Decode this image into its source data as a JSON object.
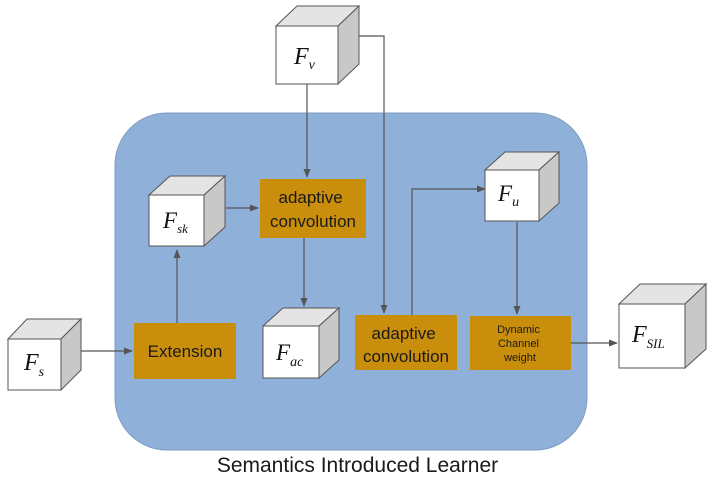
{
  "caption": "Semantics Introduced Learner",
  "colors": {
    "panel_fill": "#8fb0d9",
    "panel_stroke": "#7f9cc2",
    "op_box_fill": "#c98e0c",
    "cube_front": "#ffffff",
    "cube_side": "#c8c8c8",
    "cube_top": "#e4e4e4",
    "arrow": "#555555"
  },
  "cubes": {
    "fv": {
      "base": "F",
      "sub": "v"
    },
    "fsk": {
      "base": "F",
      "sub": "sk"
    },
    "fu": {
      "base": "F",
      "sub": "u"
    },
    "fac": {
      "base": "F",
      "sub": "ac"
    },
    "fs": {
      "base": "F",
      "sub": "s"
    },
    "fsil": {
      "base": "F",
      "sub": "SIL"
    }
  },
  "ops": {
    "adaptive_conv_1": [
      "adaptive",
      "convolution"
    ],
    "adaptive_conv_2": [
      "adaptive",
      "convolution"
    ],
    "extension": [
      "Extension"
    ],
    "dynamic_channel_weight": [
      "Dynamic",
      "Channel",
      "weight"
    ]
  }
}
